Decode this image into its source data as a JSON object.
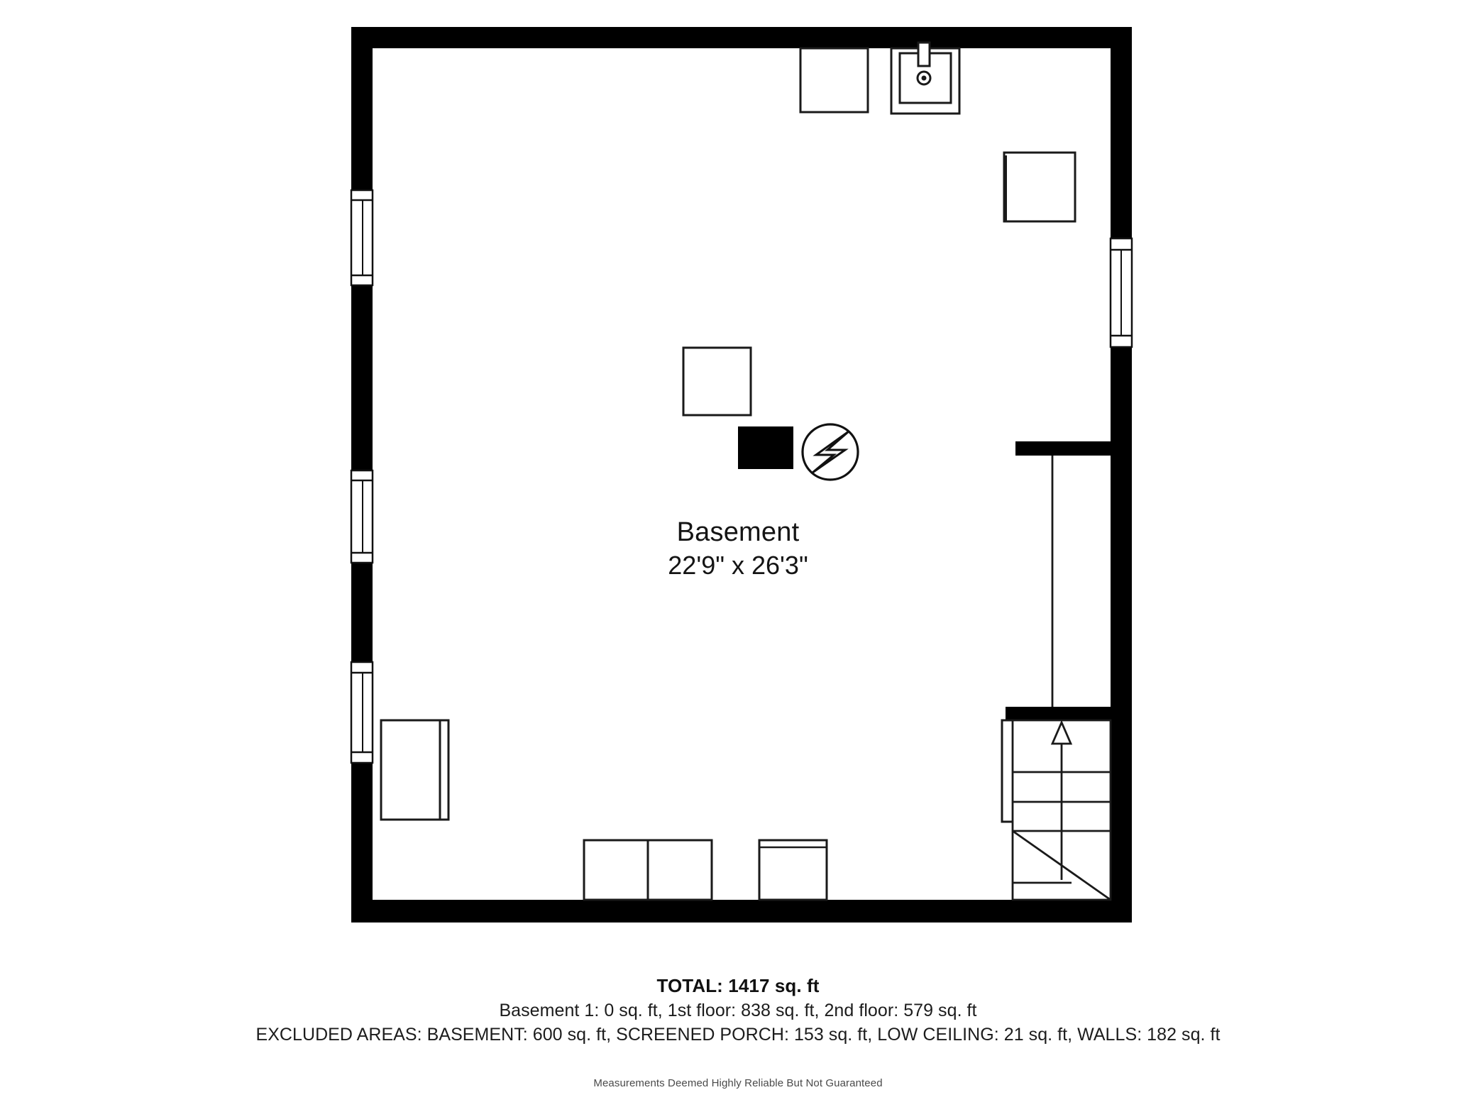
{
  "plan": {
    "room": {
      "name": "Basement",
      "dimensions": "22'9\" x 26'3\""
    },
    "fixtures": [
      {
        "name": "utility-box-top",
        "label": ""
      },
      {
        "name": "laundry-sink",
        "label": ""
      },
      {
        "name": "water-heater",
        "label": ""
      },
      {
        "name": "furnace-box",
        "label": ""
      },
      {
        "name": "electrical-panel",
        "label": ""
      },
      {
        "name": "storage-cabinet-left",
        "label": ""
      },
      {
        "name": "washer",
        "label": ""
      },
      {
        "name": "dryer",
        "label": ""
      },
      {
        "name": "utility-box-bottom",
        "label": ""
      },
      {
        "name": "staircase",
        "label": ""
      }
    ],
    "colors": {
      "wall": "#000000",
      "outline": "#1a1a1a",
      "background": "#ffffff"
    }
  },
  "caption": {
    "total": "TOTAL: 1417 sq. ft",
    "breakdown": "Basement 1: 0 sq. ft, 1st floor: 838 sq. ft, 2nd floor: 579 sq. ft",
    "excluded": "EXCLUDED AREAS: BASEMENT: 600 sq. ft, SCREENED PORCH: 153 sq. ft, LOW CEILING: 21 sq. ft, WALLS: 182 sq. ft",
    "disclaimer": "Measurements Deemed Highly Reliable But Not Guaranteed"
  }
}
